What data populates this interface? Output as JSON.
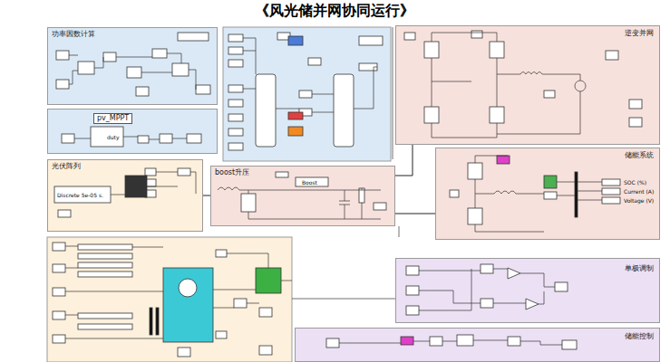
{
  "diagram": {
    "title": "《风光储并网协同运行》",
    "nodes": [
      {
        "text": [
          "功率因数计算"
        ]
      },
      {
        "text": [
          "pv_MPPT"
        ]
      },
      {
        "text": [
          "逆变并网"
        ]
      },
      {
        "text": [
          "光伏阵列"
        ]
      },
      {
        "text": [
          "boost升压"
        ]
      },
      {
        "text": [
          "储能系统"
        ]
      },
      {
        "text": [
          "单极调制"
        ]
      },
      {
        "text": [
          "储能控制"
        ]
      }
    ],
    "edges": [
      {
        "from": 3,
        "to": 4,
        "arrow": "none"
      },
      {
        "from": 4,
        "to": 2,
        "arrow": "none"
      },
      {
        "from": 4,
        "to": 5,
        "arrow": "none"
      }
    ],
    "labels": [
      "duty",
      "Discrete 5e-05 s.",
      "Boost",
      "SOC (%)",
      "Current (A)",
      "Voltage (V)"
    ]
  }
}
